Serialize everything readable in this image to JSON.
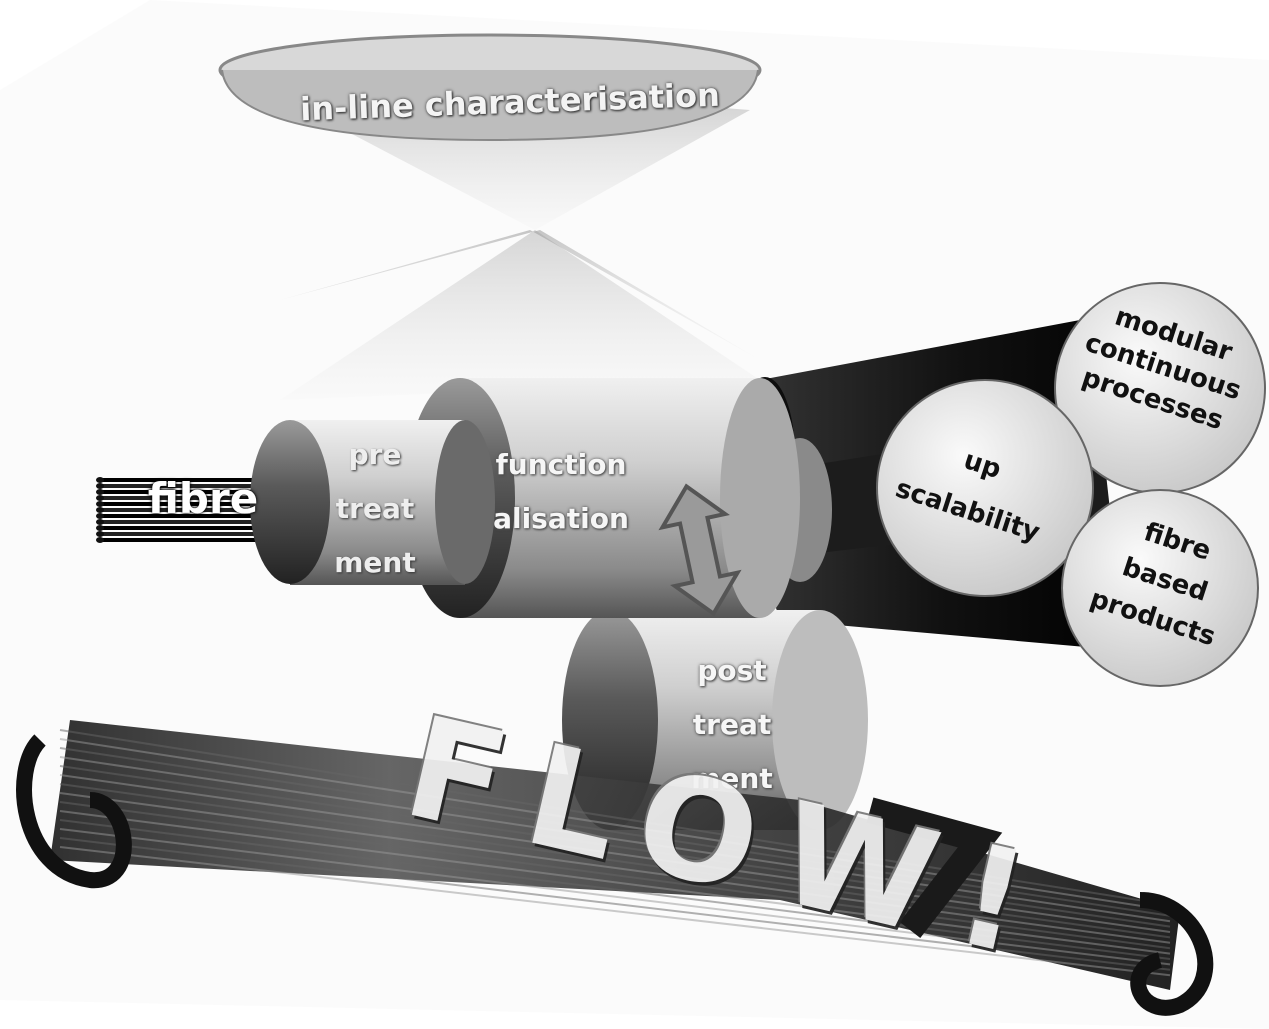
{
  "diagram": {
    "top_label": "in-line characterisation",
    "fibre_label": "fibre",
    "stages": [
      {
        "id": "pretreatment",
        "lines": [
          "pre",
          "treat",
          "ment"
        ]
      },
      {
        "id": "functionalisation",
        "lines": [
          "function",
          "alisation"
        ]
      },
      {
        "id": "posttreatment",
        "lines": [
          "post",
          "treat",
          "ment"
        ]
      }
    ],
    "outputs": [
      {
        "id": "modular",
        "lines": [
          "modular",
          "continuous",
          "processes"
        ]
      },
      {
        "id": "upscalability",
        "lines": [
          "up",
          "scalability"
        ]
      },
      {
        "id": "products",
        "lines": [
          "fibre",
          "based",
          "products"
        ]
      }
    ],
    "banner_text": "FLOW!"
  },
  "colors": {
    "cylinder_light": "#d4d4d4",
    "cylinder_dark": "#3a3a3a",
    "circle_fill": "#e4e4e4",
    "banner_dark": "#111111"
  }
}
